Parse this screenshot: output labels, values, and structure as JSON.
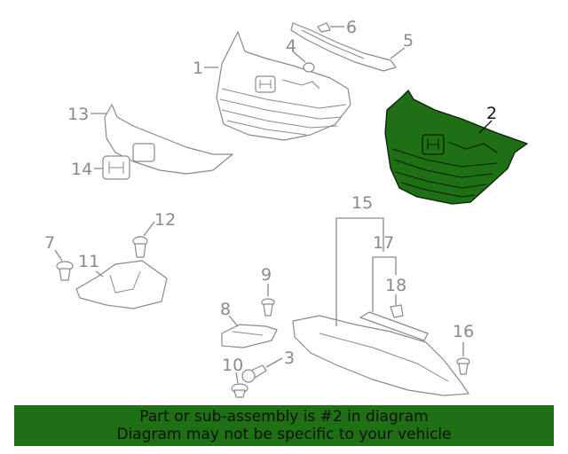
{
  "diagram": {
    "highlight_color": "#1f6f14",
    "callouts": {
      "c1": "1",
      "c2": "2",
      "c3": "3",
      "c4": "4",
      "c5": "5",
      "c6": "6",
      "c7": "7",
      "c8": "8",
      "c9": "9",
      "c10": "10",
      "c11": "11",
      "c12": "12",
      "c13": "13",
      "c14": "14",
      "c15": "15",
      "c16": "16",
      "c17": "17",
      "c18": "18"
    }
  },
  "banner": {
    "line1": "Part or sub-assembly is #2 in diagram",
    "line2": "Diagram may not be specific to your vehicle",
    "color": "#1f6f14"
  }
}
